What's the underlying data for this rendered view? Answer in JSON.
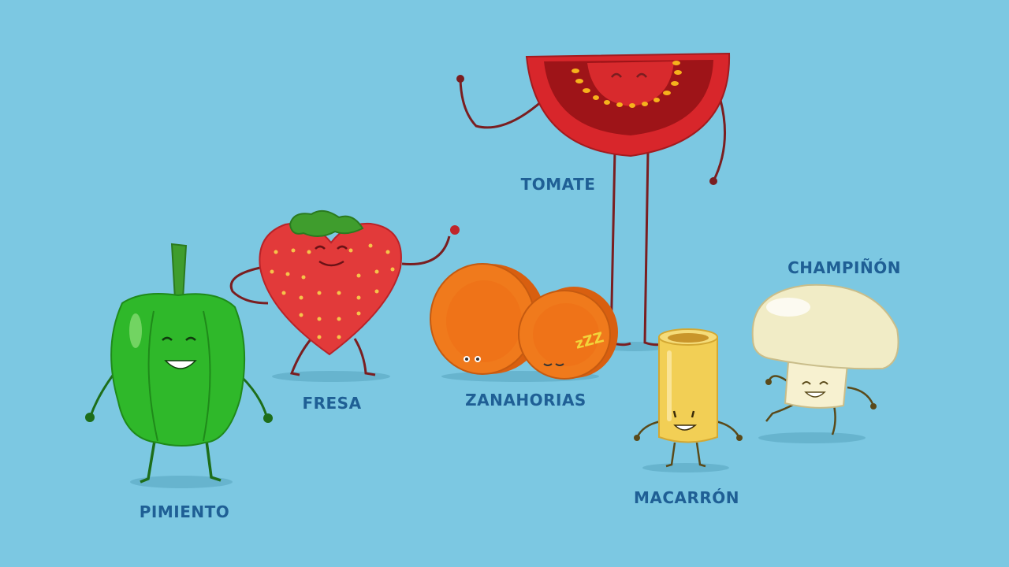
{
  "labels": {
    "pimiento": "PIMIENTO",
    "fresa": "FRESA",
    "zanahorias": "ZANAHORIAS",
    "tomate": "TOMATE",
    "macarron": "MACARRÓN",
    "champinon": "CHAMPIÑÓN"
  },
  "sleep_text": "zZZ",
  "colors": {
    "background": "#7cc8e2",
    "label": "#1f5f95",
    "pepper": "#2fb82a",
    "strawberry": "#e23a3a",
    "carrot": "#f07a1c",
    "tomato": "#d8262b",
    "macaroni": "#f2cf55",
    "mushroom": "#f1ecc6"
  }
}
